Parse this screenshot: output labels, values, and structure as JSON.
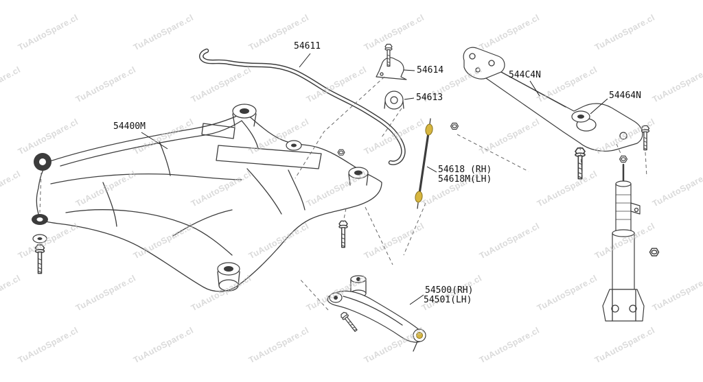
{
  "watermark": {
    "text": "TuAutoSpare.cl"
  },
  "labels": {
    "stabilizer_bar": "54611",
    "stabilizer_bracket": "54614",
    "stabilizer_bushing": "54613",
    "member_crossbar": "544C4N",
    "insulator": "54464N",
    "front_subframe": "54400M",
    "stabilizer_link_rh": "54618 (RH)",
    "stabilizer_link_lh": "54618M(LH)",
    "control_arm_rh": "54500(RH)",
    "control_arm_lh": "54501(LH)"
  },
  "colors": {
    "background": "#ffffff",
    "line": "#3c3c3c",
    "label_text": "#101010",
    "watermark": "#c3c3c3",
    "link_gold": "#d7b63f"
  }
}
